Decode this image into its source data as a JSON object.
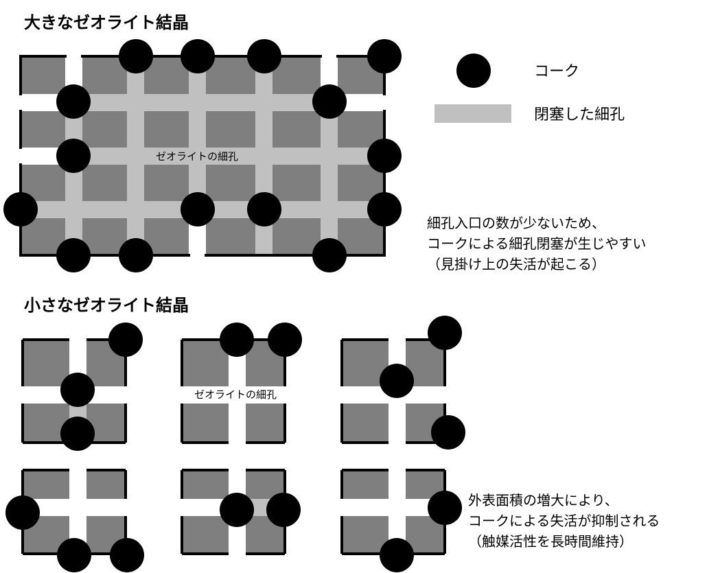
{
  "titles": {
    "large_crystal": "大きなゼオライト結晶",
    "small_crystal": "小さなゼオライト結晶"
  },
  "legend": {
    "coke": "コーク",
    "blocked_pore": "閉塞した細孔"
  },
  "labels": {
    "zeolite_pore_large": "ゼオライトの細孔",
    "zeolite_pore_small": "ゼオライトの細孔"
  },
  "notes": {
    "large": [
      "細孔入口の数が少ないため、",
      "コークによる細孔閉塞が生じやすい",
      "（見掛け上の失活が起こる）"
    ],
    "small": [
      "外表面積の増大により、",
      "コークによる失活が抑制される",
      "（触媒活性を長時間維持）"
    ]
  },
  "colors": {
    "crystal": "#7f7f7f",
    "blocked_pore": "#c0c0c0",
    "open_pore": "#ffffff",
    "coke": "#000000",
    "outline": "#000000"
  }
}
